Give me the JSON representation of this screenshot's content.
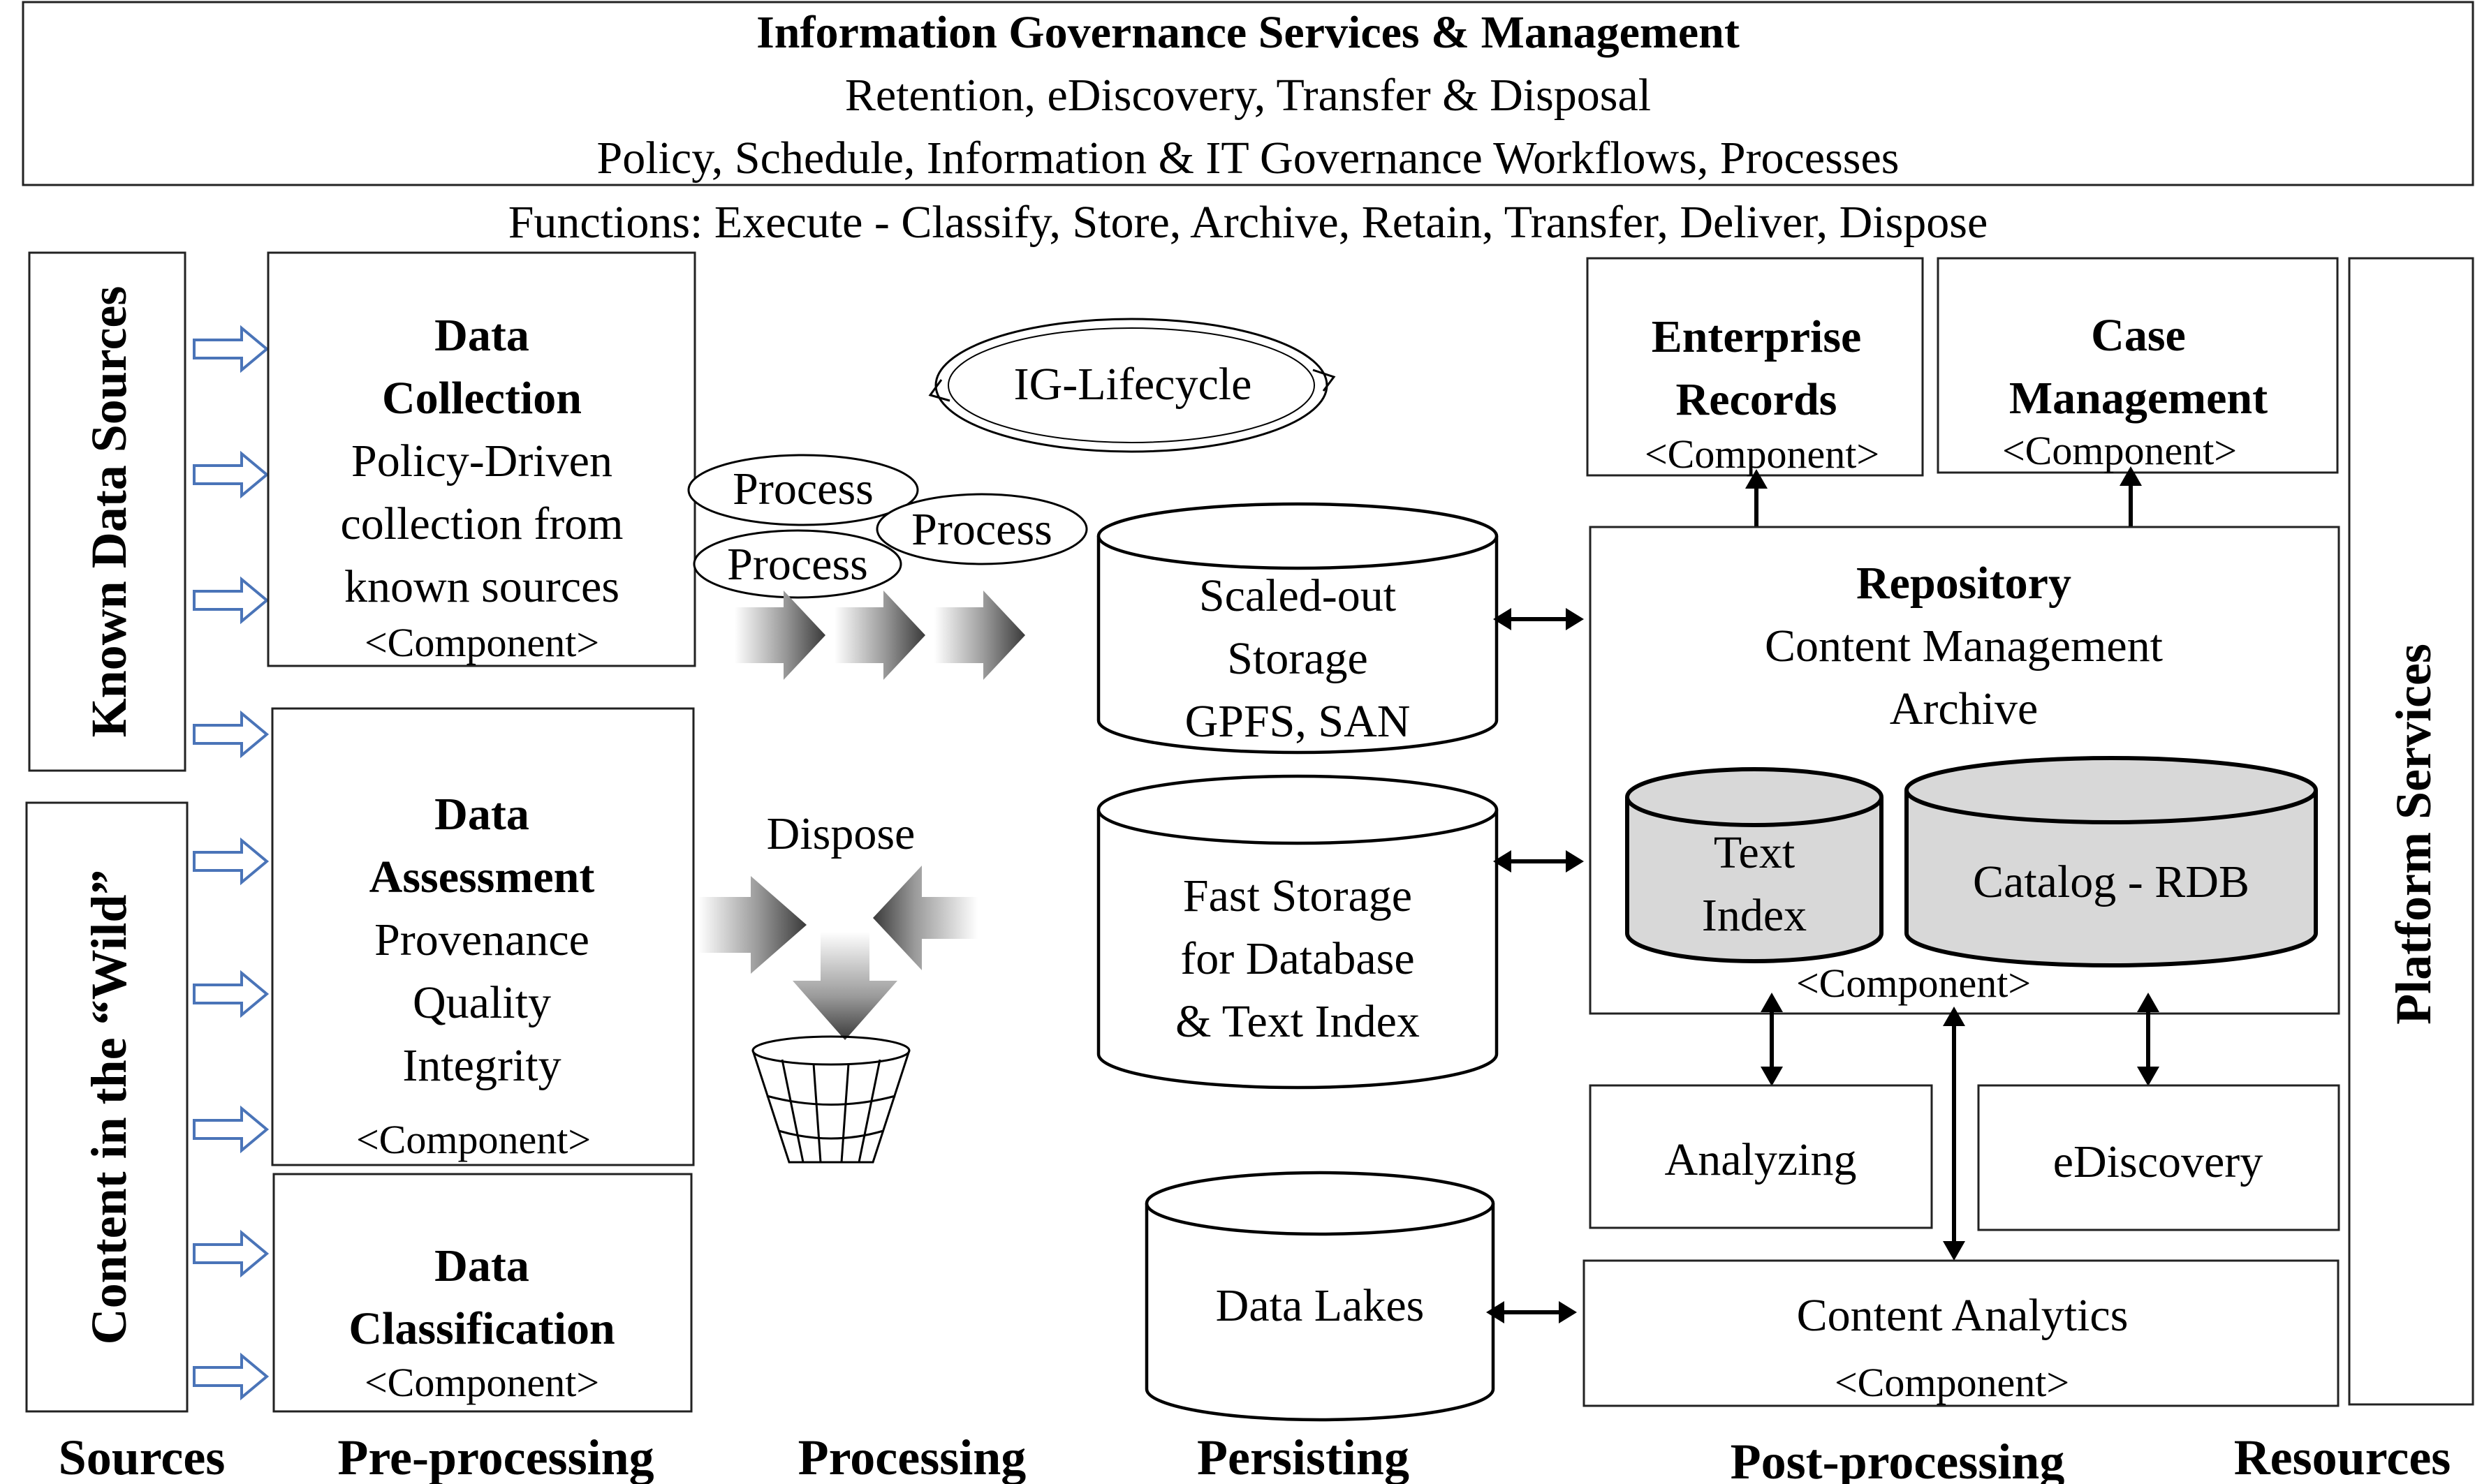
{
  "header": {
    "title": "Information Governance Services & Management",
    "line1": "Retention, eDiscovery, Transfer & Disposal",
    "line2": "Policy, Schedule, Information & IT Governance Workflows, Processes",
    "functions": "Functions: Execute - Classify, Store, Archive, Retain, Transfer, Deliver, Dispose"
  },
  "sources": {
    "known": "Known Data Sources",
    "wild": "Content in the “Wild”"
  },
  "collection": {
    "title1": "Data",
    "title2": "Collection",
    "l1": "Policy-Driven",
    "l2": "collection from",
    "l3": "known sources",
    "component": "<Component>"
  },
  "assessment": {
    "title1": "Data",
    "title2": "Assessment",
    "l1": "Provenance",
    "l2": "Quality",
    "l3": "Integrity",
    "component": "<Component>"
  },
  "classification": {
    "title1": "Data",
    "title2": "Classification",
    "component": "<Component>"
  },
  "processing": {
    "lifecycle": "IG-Lifecycle",
    "process1": "Process",
    "process2": "Process",
    "process3": "Process",
    "dispose": "Dispose"
  },
  "persisting": {
    "scaled": {
      "l1": "Scaled-out",
      "l2": "Storage",
      "l3": "GPFS, SAN"
    },
    "fast": {
      "l1": "Fast Storage",
      "l2": "for Database",
      "l3": "& Text Index"
    },
    "lakes": "Data Lakes"
  },
  "post": {
    "enterprise": {
      "title1": "Enterprise",
      "title2": "Records",
      "component": "<Component>"
    },
    "case": {
      "title1": "Case",
      "title2": "Management",
      "component": "<Component>"
    },
    "repository": {
      "title": "Repository",
      "l1": "Content Management",
      "l2": "Archive",
      "text_index1": "Text",
      "text_index2": "Index",
      "catalog": "Catalog - RDB",
      "component": "<Component>"
    },
    "analyzing": "Analyzing",
    "ediscovery": "eDiscovery",
    "analytics": {
      "title": "Content Analytics",
      "component": "<Component>"
    }
  },
  "platform": "Platform Services",
  "columns": {
    "sources": "Sources",
    "preprocessing": "Pre-processing",
    "processing": "Processing",
    "persisting": "Persisting",
    "postprocessing": "Post-processing",
    "resources": "Resources"
  }
}
